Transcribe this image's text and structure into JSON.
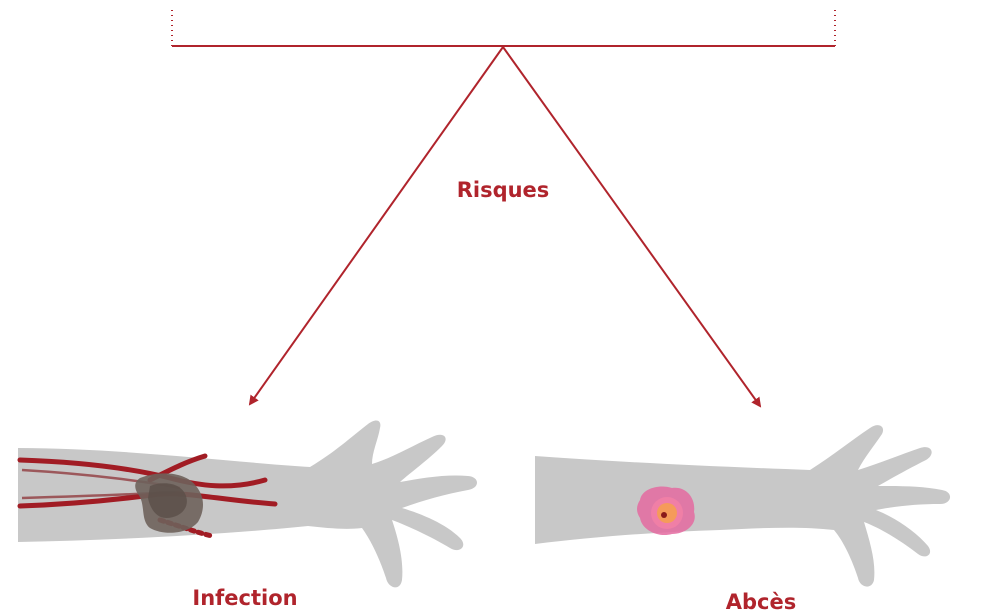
{
  "labels": {
    "risks": "Risques",
    "infection": "Infection",
    "abscess": "Abcès"
  },
  "colors": {
    "accent": "#b0242c",
    "arm": "#c8c8c8",
    "vein": "#a11c24",
    "swelling": "#6e625b",
    "abscess_outer": "#e46aa0",
    "abscess_mid": "#f07fa6",
    "abscess_core": "#f59b5a"
  },
  "icons": {
    "left_illustration": "infected-arm-icon",
    "right_illustration": "abscess-arm-icon"
  }
}
